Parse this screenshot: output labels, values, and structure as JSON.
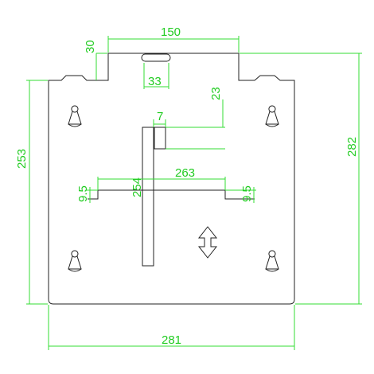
{
  "drawing": {
    "line_color": "#222222",
    "dimension_color": "#22cc22",
    "background": "#ffffff"
  },
  "dimensions": {
    "top_width": "150",
    "top_step": "30",
    "slot_width": "33",
    "slot_offset": "23",
    "bar_width": "7",
    "vertical_bar": "254",
    "horizontal_bar": "263",
    "left_tab": "9.5",
    "right_tab": "9.5",
    "overall_height_left": "253",
    "overall_height_right": "282",
    "overall_width": "281"
  },
  "icons": {
    "keyhole": "keyhole-slot-icon",
    "double_arrow": "up-down-arrow-icon"
  }
}
